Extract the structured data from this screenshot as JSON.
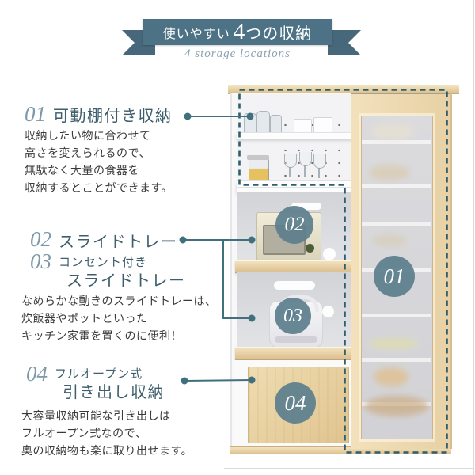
{
  "banner": {
    "title_prefix": "使いやすい",
    "title_number": "4",
    "title_suffix": "つの収納",
    "subtitle": "4 storage locations"
  },
  "sections": [
    {
      "number": "01",
      "title": "可動棚付き収納",
      "body": "収納したい物に合わせて\n高さを変えられるので、\n無駄なく大量の食器を\n収納するとことができます。"
    },
    {
      "number": "02",
      "title": "スライドトレー"
    },
    {
      "number": "03",
      "title_small": "コンセント付き",
      "title": "スライドトレー",
      "body": "なめらかな動きのスライドトレーは、\n炊飯器やポットといった\nキッチン家電を置くのに便利！"
    },
    {
      "number": "04",
      "title_small": "フルオープン式",
      "title": "引き出し収納",
      "body": "大容量収納可能な引き出しは\nフルオープン式なので、\n奥の収納物も楽に取り出せます。"
    }
  ],
  "badges": {
    "b1": "01",
    "b2": "02",
    "b3": "03",
    "b4": "04"
  },
  "colors": {
    "ribbon": "#4d7285",
    "badge": "#5c7f8d",
    "dashed_outline": "#2f5e6d",
    "connector_line": "#40707e",
    "heading": "#3f5e6d",
    "wood": "#ead7b0"
  }
}
